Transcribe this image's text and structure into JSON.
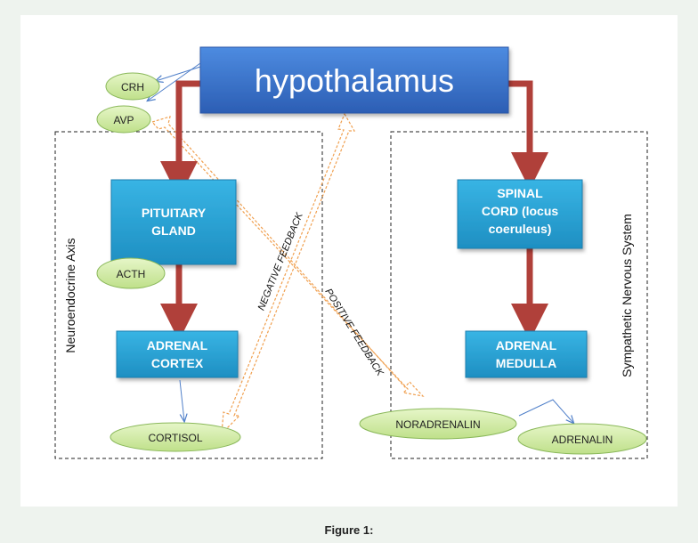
{
  "figure": {
    "caption": "Figure 1:"
  },
  "diagram": {
    "boxes": {
      "hypothalamus": "hypothalamus",
      "pituitary": [
        "PITUITARY",
        "GLAND"
      ],
      "adrenal_cortex": [
        "ADRENAL",
        "CORTEX"
      ],
      "spinal_cord": [
        "SPINAL",
        "CORD (locus",
        "coeruleus)"
      ],
      "adrenal_medulla": [
        "ADRENAL",
        "MEDULLA"
      ]
    },
    "hormones": {
      "crh": "CRH",
      "avp": "AVP",
      "acth": "ACTH",
      "cortisol": "CORTISOL",
      "noradrenalin": "NORADRENALIN",
      "adrenalin": "ADRENALIN"
    },
    "region_labels": {
      "left": "Neuroendocrine Axis",
      "right": "Sympathetic Nervous System"
    },
    "feedback_labels": {
      "negative": "NEGATIVE FEEDBACK",
      "positive": "POSITIVE FEEDBACK"
    },
    "colors": {
      "box_blue": "#2a9fd0",
      "hypothalamus_blue": "#3a73c8",
      "pathway_red": "#b0403a",
      "ellipse_green": "#cfeaa6",
      "feedback_orange": "#f0a050",
      "connector_blue": "#4f7fc9"
    }
  }
}
